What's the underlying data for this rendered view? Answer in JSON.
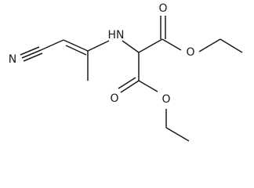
{
  "structure": {
    "atoms": [
      {
        "id": "n_nitrile",
        "label": "N"
      },
      {
        "id": "n_amine",
        "label": "HN"
      },
      {
        "id": "o_top_carbonyl",
        "label": "O"
      },
      {
        "id": "o_top_ester",
        "label": "O"
      },
      {
        "id": "o_bottom_carbonyl",
        "label": "O"
      },
      {
        "id": "o_bottom_ester",
        "label": "O"
      }
    ]
  }
}
